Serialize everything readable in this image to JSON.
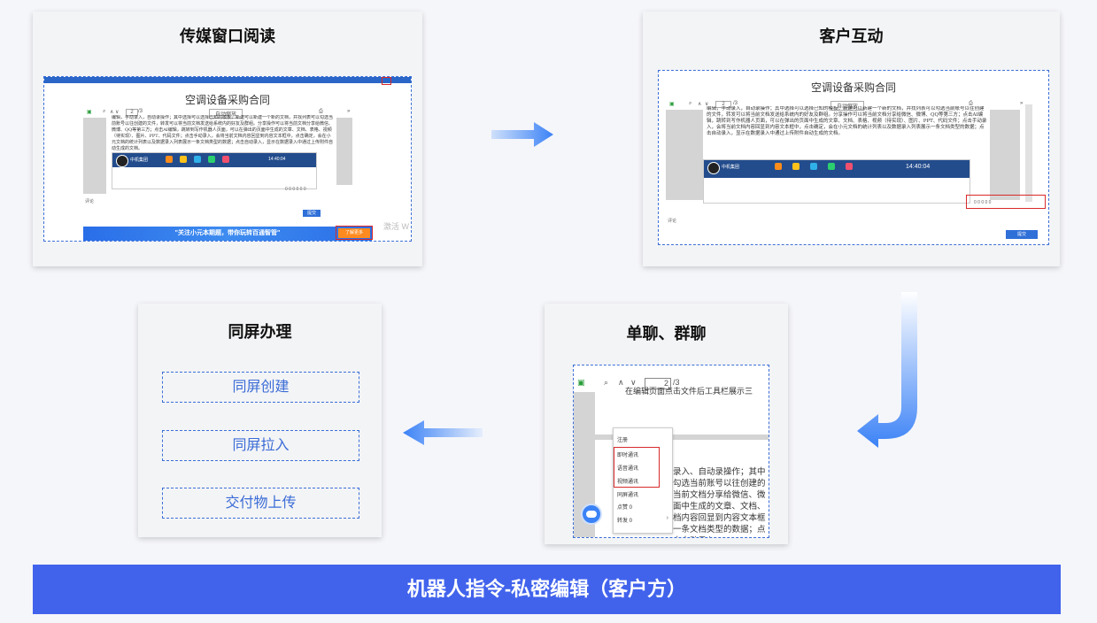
{
  "cards": {
    "reading": {
      "title": "传媒窗口阅读",
      "doc_title": "空调设备采购合同",
      "page_num": "2",
      "page_total": "/3",
      "zoom": "自动缩放",
      "doc_text": "编辑，手动录入，自动录操作；其中选择可以选择已知的模板，新建可以新建一个新的文档，并找列表可以勾选当前账号以往创建的文件，转发可以将当前文档发送给系统内的好友及群组。分享操作可以将当前文档分享给微信、微博、QQ等第三方；点击AI编辑，跳转到写作机器人页面，可以在弹出的页面中生成的文章、文档、表格、视频（待实现）、图片、PPT、代码文件；点击手动录入，会将当前文档内容回显到内容文本框中，点击确定，会在小元文档的统计列表以及数据录入列表展示一条文档类型的数据；点击自动录入，显示在数据录入中通过上传附件自动生成的文档。",
      "app_name": "中机集团",
      "app_time": "14:40:04",
      "stats": "0 0 0 0 0 0",
      "comment_label": "评论",
      "submit": "提交",
      "banner": "\"关注小元本期题，带你玩转百通智管\"",
      "banner_btn": "了解更多",
      "watermark": "激活 W"
    },
    "interaction": {
      "title": "客户互动",
      "doc_title": "空调设备采购合同",
      "page_num": "2",
      "page_total": "/3",
      "zoom": "自动缩放",
      "doc_text": "编辑，手动录入，自动录操作；其中选择可以选择已知的模板，新建可以新建一个新的文档，并找列表可以勾选当前账号以往创建的文件，转发可以将当前文档发送给系统内的好友及群组。分享操作可以将当前文档分享给微信、微博、QQ等第三方；点击AI编辑，跳转到写作机器人页面，可以在弹出的页面中生成的文章、文档、表格、视频（待实现）、图片、PPT、代码文件；点击手动录入，会将当前文档内容回显到内容文本框中，点击确定，会在小元文档的统计列表以及数据录入列表展示一条文档类型的数据；点击自动录入，显示在数据录入中通过上传附件自动生成的文档。",
      "app_name": "中机集团",
      "app_time": "14:40:04",
      "stats": "0  0  0  0  0",
      "comment_label": "评论",
      "submit": "提交"
    },
    "chat": {
      "title": "单聊、群聊",
      "page_num": "2",
      "page_total": "/3",
      "doc_line": "在编辑页面点击文件后工具栏展示三",
      "doc_text": "录入、自动录操作；其中勾选当前账号以往创建的当前文档分享给微信、微面中生成的文章、文档、档内容回显到内容文本框一条文档类型的数据；点击自动录入",
      "menu": [
        "注册",
        "即时通讯",
        "语音通讯",
        "视频通讯",
        "同屏通讯",
        "点赞 0",
        "转发 0"
      ]
    },
    "screen": {
      "title": "同屏办理",
      "actions": [
        "同屏创建",
        "同屏拉入",
        "交付物上传"
      ]
    }
  },
  "footer": "机器人指令-私密编辑（客户方）",
  "colors": {
    "accent": "#4163ec",
    "dash": "#3b6fd8",
    "highlight": "#d82a2a",
    "arrow": "#3b82f6"
  }
}
